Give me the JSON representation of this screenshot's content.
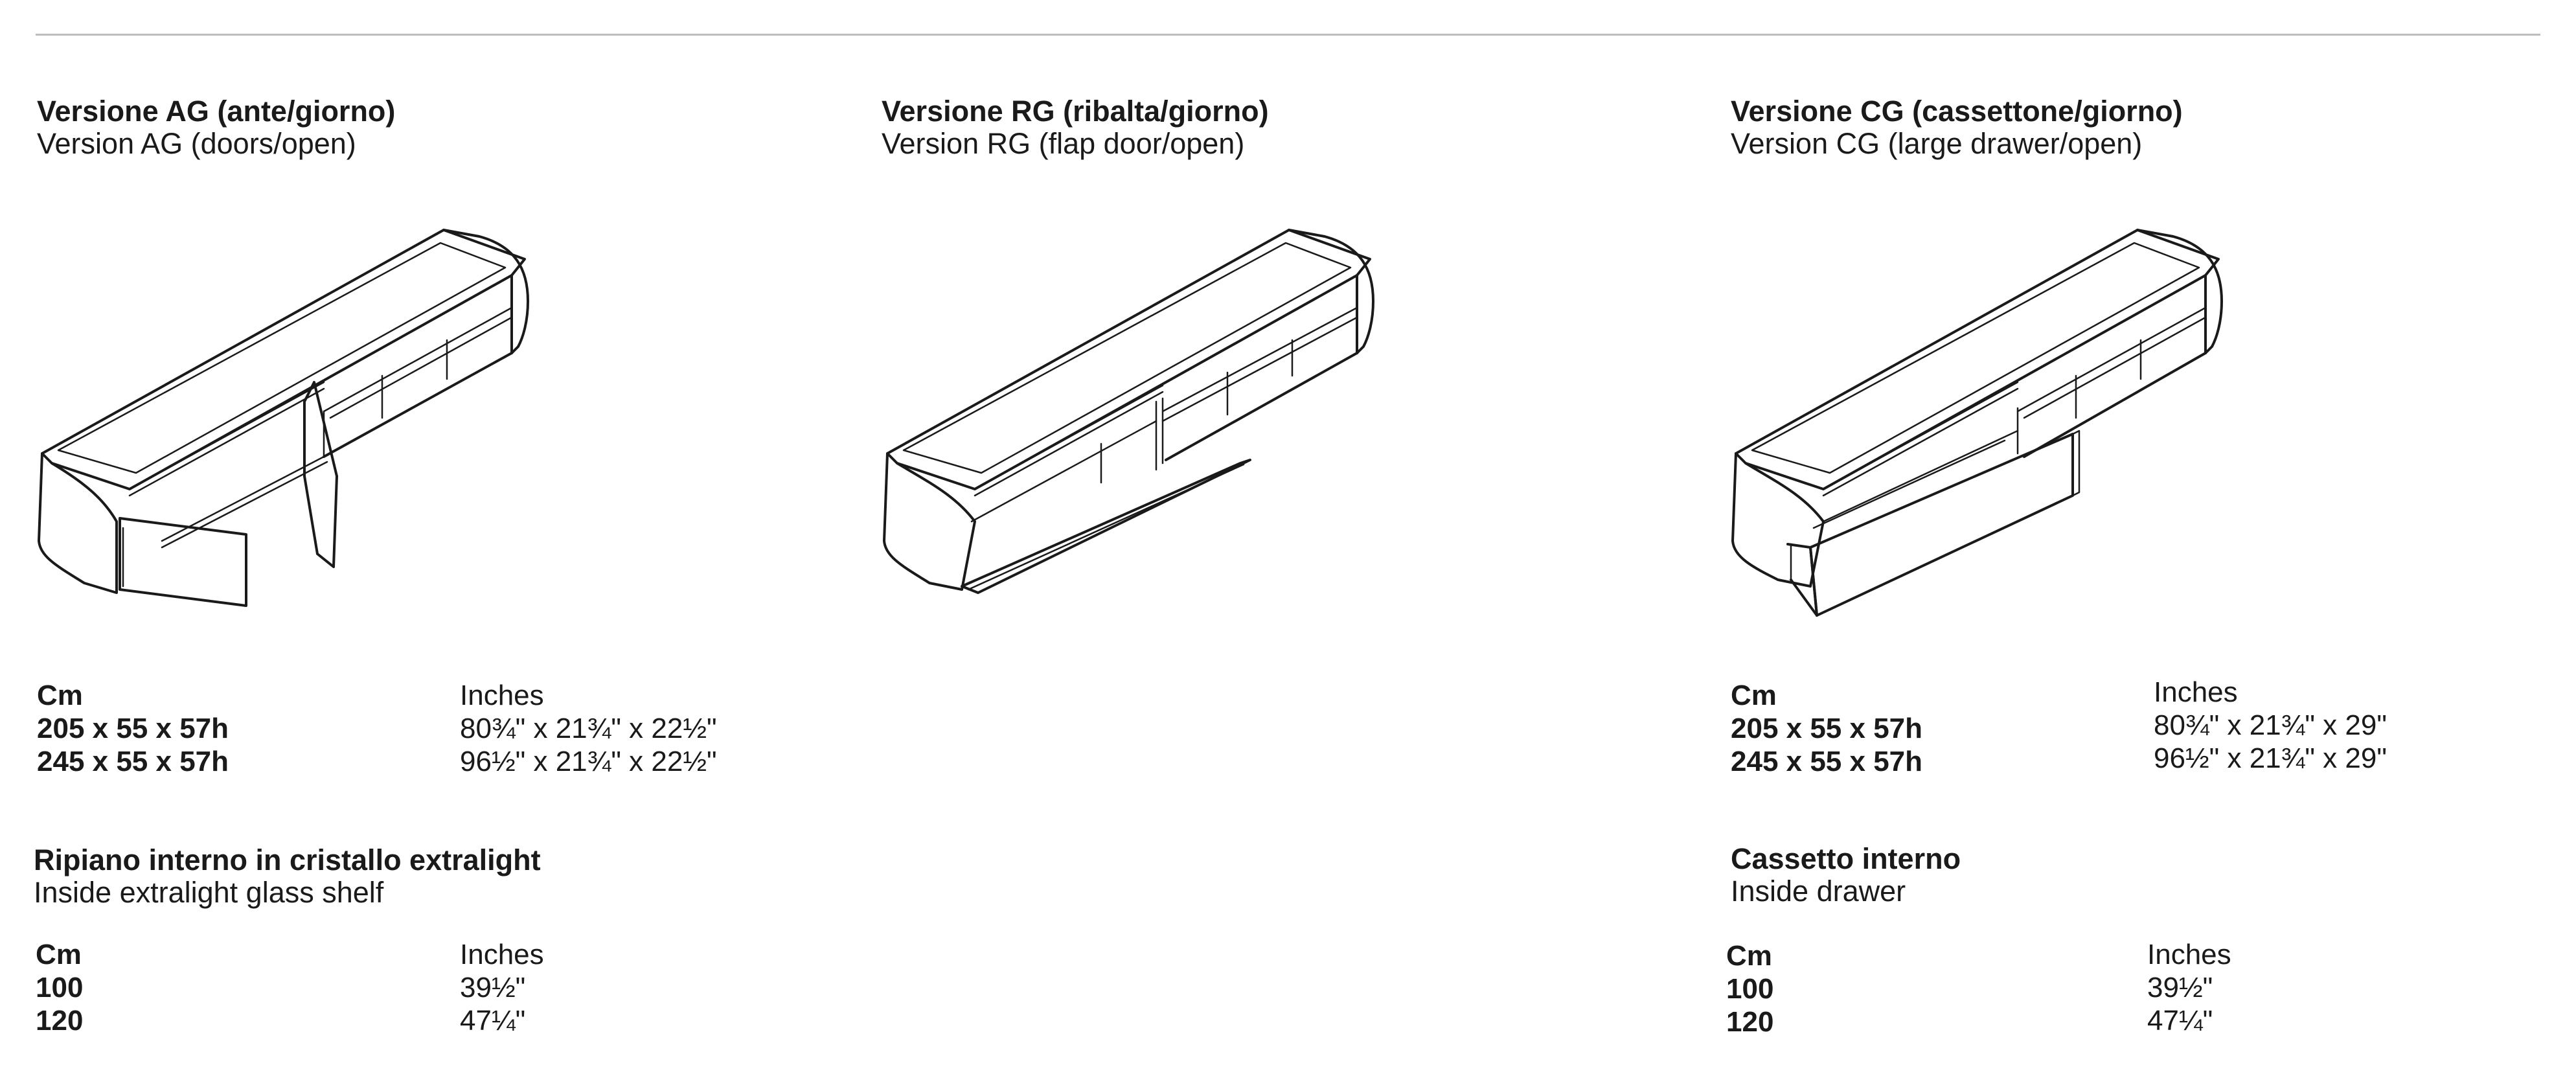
{
  "versions": [
    {
      "title": "Versione AG (ante/giorno)",
      "subtitle": "Version AG (doors/open)",
      "illustration_icon": "sideboard-doors-open-icon"
    },
    {
      "title": "Versione RG (ribalta/giorno)",
      "subtitle": "Version RG (flap door/open)",
      "illustration_icon": "sideboard-flap-door-open-icon"
    },
    {
      "title": "Versione CG (cassettone/giorno)",
      "subtitle": "Version CG (large drawer/open)",
      "illustration_icon": "sideboard-large-drawer-open-icon"
    }
  ],
  "dimensions_ag": {
    "cm_header": "Cm",
    "in_header": "Inches",
    "rows": [
      {
        "cm": "205 x 55 x 57h",
        "in": "80¾\" x 21¾\" x 22½\""
      },
      {
        "cm": "245 x 55 x 57h",
        "in": "96½\" x 21¾\" x 22½\""
      }
    ]
  },
  "dimensions_cg": {
    "cm_header": "Cm",
    "in_header": "Inches",
    "rows": [
      {
        "cm": "205 x 55 x 57h",
        "in": "80¾\" x 21¾\" x 29\""
      },
      {
        "cm": "245 x 55 x 57h",
        "in": "96½\" x 21¾\" x 29\""
      }
    ]
  },
  "glass_shelf": {
    "title": "Ripiano interno in cristallo extralight",
    "subtitle": "Inside extralight glass shelf",
    "cm_header": "Cm",
    "in_header": "Inches",
    "rows": [
      {
        "cm": "100",
        "in": "39½\""
      },
      {
        "cm": "120",
        "in": "47¼\""
      }
    ]
  },
  "inside_drawer": {
    "title": "Cassetto interno",
    "subtitle": "Inside drawer",
    "cm_header": "Cm",
    "in_header": "Inches",
    "rows": [
      {
        "cm": "100",
        "in": "39½\""
      },
      {
        "cm": "120",
        "in": "47¼\""
      }
    ]
  },
  "colors": {
    "ink": "#1a1a1a",
    "rule": "#bdbdbd",
    "background": "#ffffff"
  }
}
